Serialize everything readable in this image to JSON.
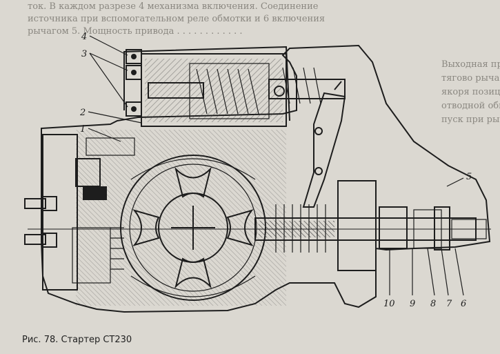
{
  "background_text": [
    "ток. В каждом разрезе 4 механизма включения. Соединение",
    "источника при вспомогательном реле обмотки и 6 включения",
    "рычагом 5. Мощность привода . . . . . . . . . . . ."
  ],
  "side_text": [
    "Выходная прямая втяжного реле . . . . . . . . . . .",
    "тягово рыча Пусковой сторожевой сторон",
    "якоря позиционирован обмотки соленоидной Муфта",
    "отводной обмотки при давлении давления Пре-",
    "пуск при рычага соединения всегда вращ-"
  ],
  "callouts": [
    "4",
    "3",
    "2",
    "1",
    "5",
    "10",
    "9",
    "8",
    "7",
    "6"
  ],
  "caption": "Рис. 78. Стартер СТ230",
  "colors": {
    "paper": "#dbd8d1",
    "ink": "#1d1d1d",
    "hatch": "#3a3a3a"
  }
}
